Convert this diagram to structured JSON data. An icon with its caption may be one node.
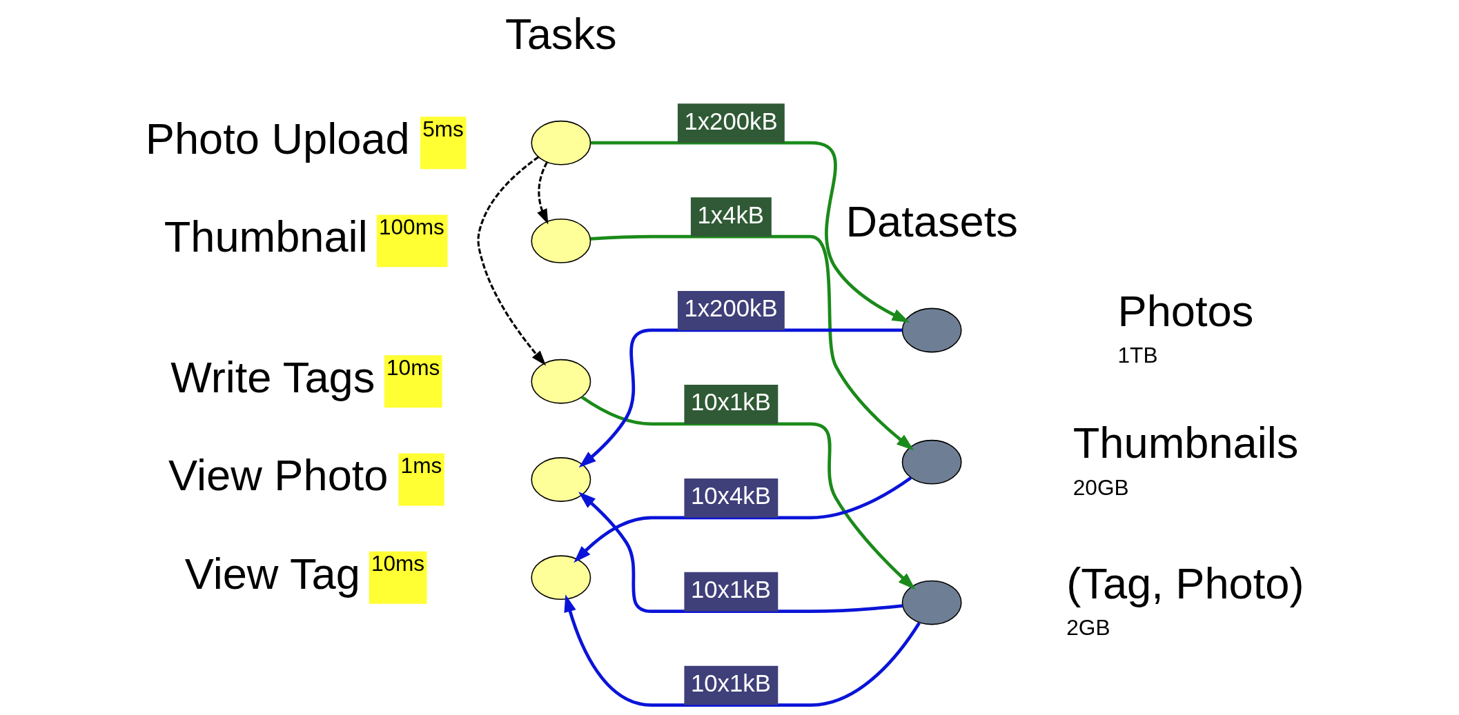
{
  "diagram": {
    "nodes": [
      {
        "text": [],
        "shape": "circle",
        "beside": [
          "Photo Upload",
          "5ms"
        ]
      },
      {
        "text": [],
        "shape": "circle",
        "beside": [
          "Thumbnail",
          "100ms"
        ]
      },
      {
        "text": [],
        "shape": "circle",
        "beside": [
          "Write Tags",
          "10ms"
        ]
      },
      {
        "text": [],
        "shape": "circle",
        "beside": [
          "View Photo",
          "1ms"
        ]
      },
      {
        "text": [],
        "shape": "circle",
        "beside": [
          "View Tag",
          "10ms"
        ]
      },
      {
        "text": [],
        "shape": "circle",
        "beside": [
          "Photos",
          "1TB"
        ]
      },
      {
        "text": [],
        "shape": "circle",
        "beside": [
          "Thumbnails",
          "20GB"
        ]
      },
      {
        "text": [],
        "shape": "circle",
        "beside": [
          "(Tag, Photo)",
          "2GB"
        ]
      }
    ],
    "edges": [
      {
        "from": 0,
        "to": 5,
        "arrow": "to",
        "label": "1x200kB",
        "color": "#1a8a1a"
      },
      {
        "from": 0,
        "to": 1,
        "arrow": "to",
        "style": "dashed",
        "color": "#000000"
      },
      {
        "from": 1,
        "to": 6,
        "arrow": "to",
        "label": "1x4kB",
        "color": "#1a8a1a"
      },
      {
        "from": 0,
        "to": 2,
        "arrow": "to",
        "style": "dashed",
        "color": "#000000"
      },
      {
        "from": 5,
        "to": 3,
        "arrow": "to",
        "label": "1x200kB",
        "color": "#0a14d8"
      },
      {
        "from": 2,
        "to": 7,
        "arrow": "to",
        "label": "10x1kB",
        "color": "#1a8a1a"
      },
      {
        "from": 6,
        "to": 4,
        "arrow": "to",
        "label": "10x4kB",
        "color": "#0a14d8"
      },
      {
        "from": 7,
        "to": 3,
        "arrow": "to",
        "label": "10x1kB",
        "color": "#0a14d8"
      },
      {
        "from": 7,
        "to": 4,
        "arrow": "to",
        "label": "10x1kB",
        "color": "#0a14d8"
      }
    ],
    "labels": [
      "Tasks",
      "Datasets"
    ]
  }
}
